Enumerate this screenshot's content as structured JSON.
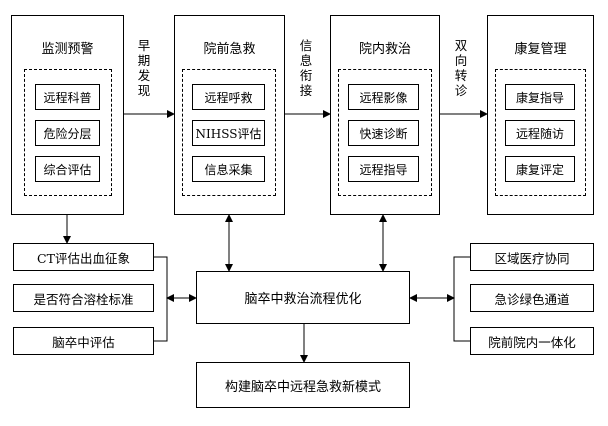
{
  "columns": [
    {
      "title": "监测预警",
      "items": [
        "远程科普",
        "危险分层",
        "综合评估"
      ]
    },
    {
      "title": "院前急救",
      "items": [
        "远程呼救",
        "NIHSS评估",
        "信息采集"
      ]
    },
    {
      "title": "院内救治",
      "items": [
        "远程影像",
        "快速诊断",
        "远程指导"
      ]
    },
    {
      "title": "康复管理",
      "items": [
        "康复指导",
        "远程随访",
        "康复评定"
      ]
    }
  ],
  "connectors": [
    "早期发现",
    "信息衔接",
    "双向转诊"
  ],
  "left_nodes": [
    "CT评估出血征象",
    "是否符合溶栓标准",
    "脑卒中评估"
  ],
  "right_nodes": [
    "区域医疗协同",
    "急诊绿色通道",
    "院前院内一体化"
  ],
  "center_node": "脑卒中救治流程优化",
  "bottom_node": "构建脑卒中远程急救新模式"
}
